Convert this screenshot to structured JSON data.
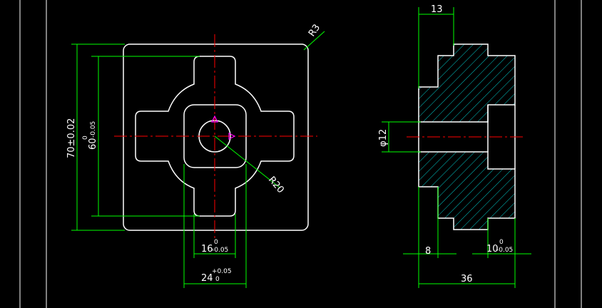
{
  "drawing": {
    "front_view": {
      "dims": {
        "overall_height": "70±0.02",
        "inner_height_base": "60",
        "inner_height_tol_upper": "0",
        "inner_height_tol_lower": "-0.05",
        "corner_radius": "R3",
        "arc_radius": "R20",
        "slot_width_base": "16",
        "slot_width_tol_upper": "0",
        "slot_width_tol_lower": "-0.05",
        "cross_width_base": "24",
        "cross_width_tol_upper": "+0.05",
        "cross_width_tol_lower": "0"
      }
    },
    "side_view": {
      "dims": {
        "top_step": "13",
        "bore_dia": "φ12",
        "left_step": "8",
        "right_step_base": "10",
        "right_step_tol_upper": "0",
        "right_step_tol_lower": "-0.05",
        "overall_length": "36"
      }
    },
    "colors": {
      "background": "#000000",
      "outline": "#ffffff",
      "dimension": "#00ff00",
      "centerline": "#ff0000",
      "hatch": "#00c8c8",
      "marker": "#ff00ff"
    }
  }
}
